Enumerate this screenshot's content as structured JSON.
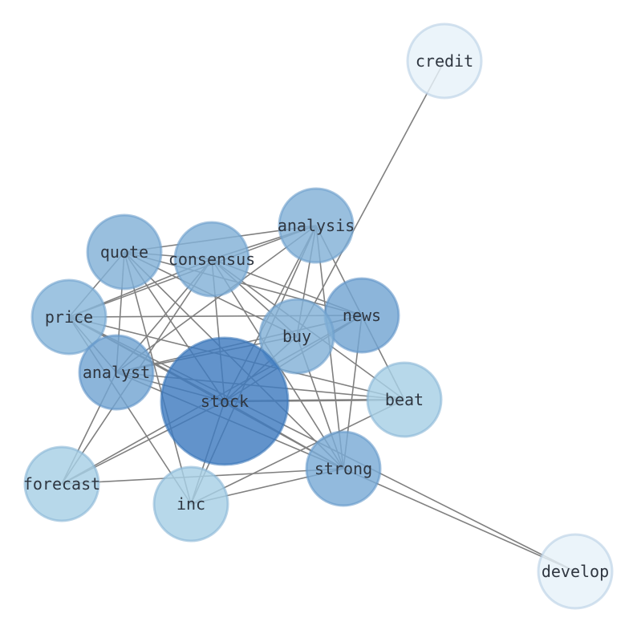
{
  "graph": {
    "nodes": [
      {
        "id": "credit",
        "label": "credit",
        "weight": 0.05
      },
      {
        "id": "analysis",
        "label": "analysis",
        "weight": 0.55
      },
      {
        "id": "quote",
        "label": "quote",
        "weight": 0.55
      },
      {
        "id": "consensus",
        "label": "consensus",
        "weight": 0.55
      },
      {
        "id": "price",
        "label": "price",
        "weight": 0.5
      },
      {
        "id": "news",
        "label": "news",
        "weight": 0.65
      },
      {
        "id": "buy",
        "label": "buy",
        "weight": 0.55
      },
      {
        "id": "analyst",
        "label": "analyst",
        "weight": 0.65
      },
      {
        "id": "stock",
        "label": "stock",
        "weight": 1.0
      },
      {
        "id": "beat",
        "label": "beat",
        "weight": 0.3
      },
      {
        "id": "strong",
        "label": "strong",
        "weight": 0.6
      },
      {
        "id": "forecast",
        "label": "forecast",
        "weight": 0.3
      },
      {
        "id": "inc",
        "label": "inc",
        "weight": 0.3
      },
      {
        "id": "develop",
        "label": "develop",
        "weight": 0.05
      }
    ],
    "edges": [
      [
        "credit",
        "buy"
      ],
      [
        "develop",
        "price"
      ],
      [
        "develop",
        "strong"
      ],
      [
        "stock",
        "beat"
      ],
      [
        "stock",
        "quote"
      ],
      [
        "stock",
        "consensus"
      ],
      [
        "stock",
        "analysis"
      ],
      [
        "stock",
        "news"
      ],
      [
        "stock",
        "buy"
      ],
      [
        "stock",
        "analyst"
      ],
      [
        "stock",
        "price"
      ],
      [
        "stock",
        "strong"
      ],
      [
        "stock",
        "forecast"
      ],
      [
        "stock",
        "inc"
      ],
      [
        "quote",
        "analysis"
      ],
      [
        "quote",
        "consensus"
      ],
      [
        "quote",
        "price"
      ],
      [
        "quote",
        "analyst"
      ],
      [
        "quote",
        "buy"
      ],
      [
        "quote",
        "strong"
      ],
      [
        "quote",
        "inc"
      ],
      [
        "quote",
        "news"
      ],
      [
        "consensus",
        "analysis"
      ],
      [
        "consensus",
        "price"
      ],
      [
        "consensus",
        "buy"
      ],
      [
        "consensus",
        "analyst"
      ],
      [
        "consensus",
        "strong"
      ],
      [
        "consensus",
        "beat"
      ],
      [
        "consensus",
        "forecast"
      ],
      [
        "consensus",
        "news"
      ],
      [
        "analysis",
        "price"
      ],
      [
        "analysis",
        "buy"
      ],
      [
        "analysis",
        "strong"
      ],
      [
        "analysis",
        "analyst"
      ],
      [
        "analysis",
        "beat"
      ],
      [
        "analysis",
        "inc"
      ],
      [
        "news",
        "price"
      ],
      [
        "news",
        "analyst"
      ],
      [
        "news",
        "strong"
      ],
      [
        "news",
        "forecast"
      ],
      [
        "buy",
        "analyst"
      ],
      [
        "buy",
        "strong"
      ],
      [
        "price",
        "analyst"
      ],
      [
        "price",
        "inc"
      ],
      [
        "price",
        "beat"
      ],
      [
        "price",
        "strong"
      ],
      [
        "analyst",
        "forecast"
      ],
      [
        "analyst",
        "strong"
      ],
      [
        "analyst",
        "beat"
      ],
      [
        "forecast",
        "strong"
      ],
      [
        "inc",
        "beat"
      ],
      [
        "inc",
        "strong"
      ]
    ],
    "thick_edges": [
      [
        "stock",
        "beat"
      ]
    ],
    "colors": {
      "edge": "#808080",
      "label": "#2f3640",
      "strong_fill": "#3f7bbf",
      "light_fill": "#a7cfe5",
      "faint_fill": "#f3f8fd"
    }
  }
}
